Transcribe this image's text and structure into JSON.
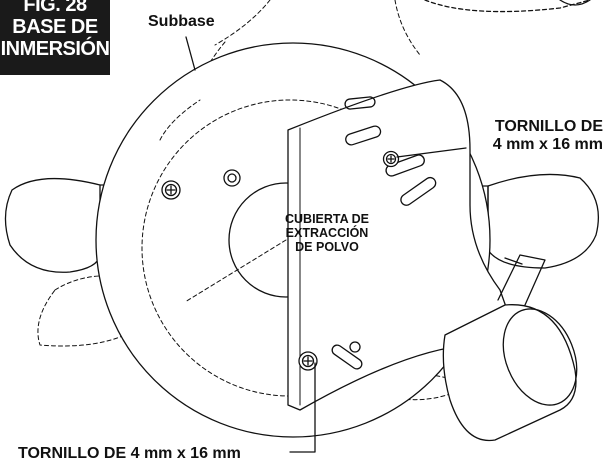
{
  "figure": {
    "badge_lines": [
      "FIG. 28",
      "BASE DE",
      "INMERSIÓN"
    ]
  },
  "labels": {
    "subbase": "Subbase",
    "cover_lines": [
      "CUBIERTA DE",
      "EXTRACCIÓN",
      "DE POLVO"
    ],
    "screw_right_lines": [
      "TORNILLO DE",
      "4 mm x 16 mm"
    ],
    "screw_bottom": "TORNILLO DE 4 mm x 16 mm"
  },
  "colors": {
    "badge_bg": "#1a1a1a",
    "line": "#111111"
  }
}
